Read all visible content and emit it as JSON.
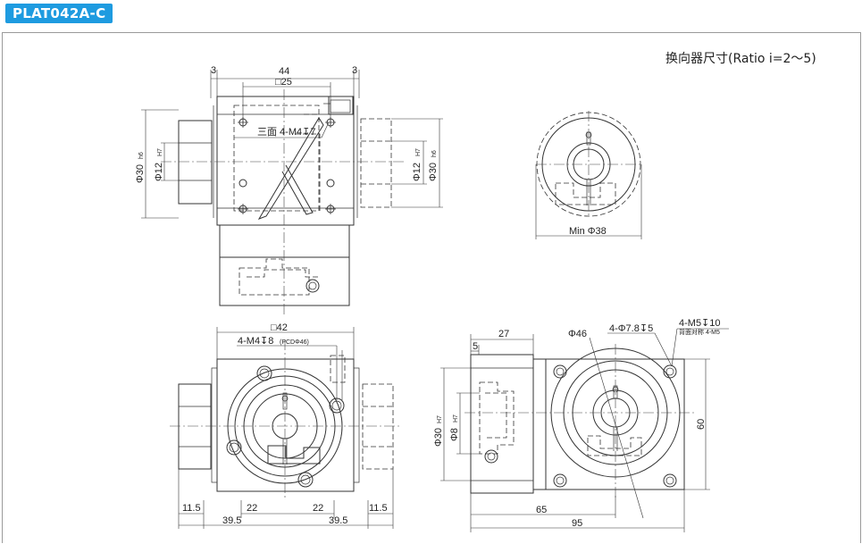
{
  "model": "PLAT042A-C",
  "note": "换向器尺寸(Ratio i=2～5)",
  "dims": {
    "d3_left": "3",
    "d44": "44",
    "d3_right": "3",
    "sq25": "□25",
    "side_tap": "三面 4-M4↧7",
    "od30_left": "Φ30",
    "od30_left_tol": "h6",
    "id12_left": "Φ12",
    "id12_left_tol": "H7",
    "id12_right": "Φ12",
    "id12_right_tol": "H7",
    "od30_right": "Φ30",
    "od30_right_tol": "h6",
    "min38": "Min Φ38",
    "sq42": "□42",
    "m4_8": "4-M4↧8",
    "pcd46_label": "(PCDΦ46)",
    "d11_5_left": "11.5",
    "d22_left": "22",
    "d22_right": "22",
    "d11_5_right": "11.5",
    "d39_5_left": "39.5",
    "d39_5_right": "39.5",
    "d5": "5",
    "d27": "27",
    "phi46": "Φ46",
    "holes_7_8": "4-Φ7.8↧5",
    "m5_10": "4-M5↧10",
    "m5_note": "背面对称 4-M5",
    "od30_h7": "Φ30",
    "od30_h7_tol": "H7",
    "id8_h7": "Φ8",
    "id8_h7_tol": "H7",
    "d60": "60",
    "d65": "65",
    "d95": "95"
  }
}
